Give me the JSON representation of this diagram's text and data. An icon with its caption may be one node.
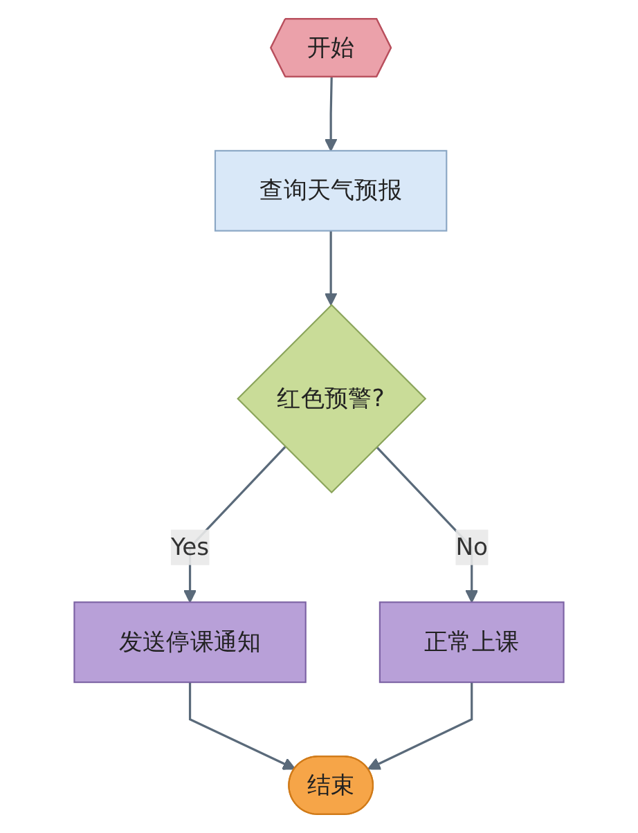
{
  "diagram": {
    "nodes": [
      {
        "text": [
          "开始"
        ]
      },
      {
        "text": [
          "查询天气预报"
        ]
      },
      {
        "text": [
          "红色预警?"
        ]
      },
      {
        "text": [
          "发送停课通知"
        ]
      },
      {
        "text": [
          "正常上课"
        ]
      },
      {
        "text": [
          "结束"
        ]
      }
    ],
    "edges": [
      {
        "from": 0,
        "to": 1,
        "arrow": "to"
      },
      {
        "from": 1,
        "to": 2,
        "arrow": "to"
      },
      {
        "from": 2,
        "to": 3,
        "arrow": "to",
        "label": "Yes"
      },
      {
        "from": 2,
        "to": 4,
        "arrow": "to",
        "label": "No"
      },
      {
        "from": 3,
        "to": 5,
        "arrow": "to"
      },
      {
        "from": 4,
        "to": 5,
        "arrow": "to"
      }
    ]
  }
}
